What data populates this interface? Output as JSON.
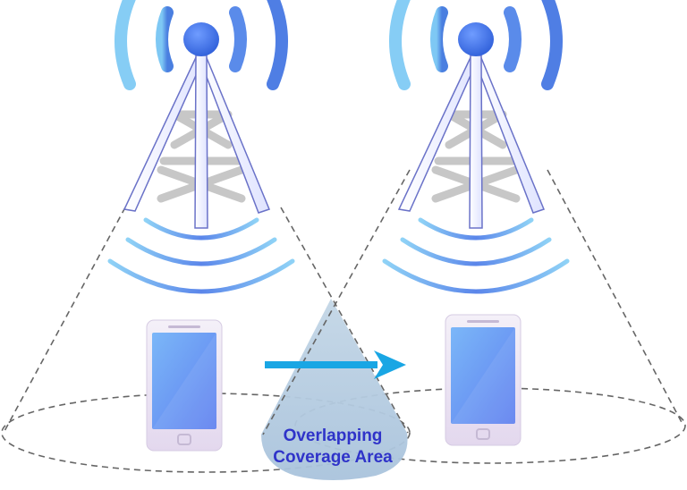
{
  "diagram": {
    "overlap_label": {
      "line1": "Overlapping",
      "line2": "Coverage Area"
    },
    "towers": [
      {
        "name": "tower-left"
      },
      {
        "name": "tower-right"
      }
    ],
    "phones": [
      {
        "name": "phone-left"
      },
      {
        "name": "phone-right"
      }
    ],
    "colors": {
      "signal_light": "#7ec8f4",
      "signal_dark": "#4a7fe0",
      "beacon": "#3f6fe6",
      "tower_leg": "#eef0ff",
      "tower_leg_stroke": "#6a72c8",
      "lattice": "#c8c8c8",
      "overlap_fill": "#b9cfe1",
      "arrow": "#19a6e4",
      "phone_body": "#ece4f2",
      "phone_screen": "#6b9ef2",
      "label": "#2f33c9",
      "dash": "#666666"
    }
  }
}
